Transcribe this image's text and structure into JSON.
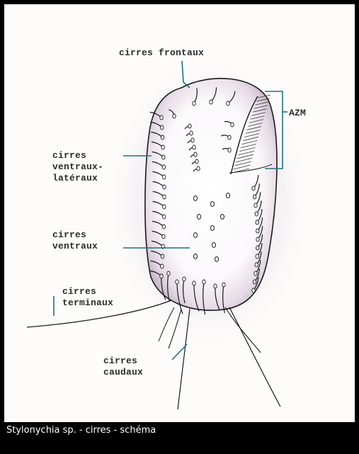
{
  "labels": {
    "cirres_frontaux": "cirres frontaux",
    "azm": "AZM",
    "ventraux_lateraux": [
      "cirres",
      "ventraux-",
      "latéraux"
    ],
    "ventraux": [
      "cirres",
      "ventraux"
    ],
    "terminaux": [
      "cirres",
      "terminaux"
    ],
    "caudaux": [
      "cirres",
      "caudaux"
    ]
  },
  "caption": "Stylonychia sp. - cirres - schéma",
  "colors": {
    "leader_line": "#1f6f86",
    "outline": "#1a1a1a",
    "cell_shade": "#c8b6c8",
    "background": "#fdfcfb"
  }
}
